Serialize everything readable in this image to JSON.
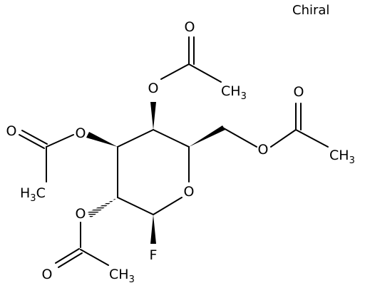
{
  "chirality_label": "Chiral",
  "atoms": {
    "ring_oxygen": "O",
    "fluorine": "F",
    "ester_o_top": "O",
    "carbonyl_o_top": "O",
    "ester_o_left": "O",
    "carbonyl_o_left": "O",
    "ester_o_bottom": "O",
    "carbonyl_o_bottom": "O",
    "ester_o_right": "O",
    "carbonyl_o_right": "O"
  },
  "methyl_groups": {
    "top": {
      "main": "CH",
      "sub": "3"
    },
    "right": {
      "main": "CH",
      "sub": "3"
    },
    "bottom": {
      "main": "CH",
      "sub": "3"
    },
    "left": {
      "main": "H",
      "sub": "3",
      "tail": "C"
    }
  }
}
